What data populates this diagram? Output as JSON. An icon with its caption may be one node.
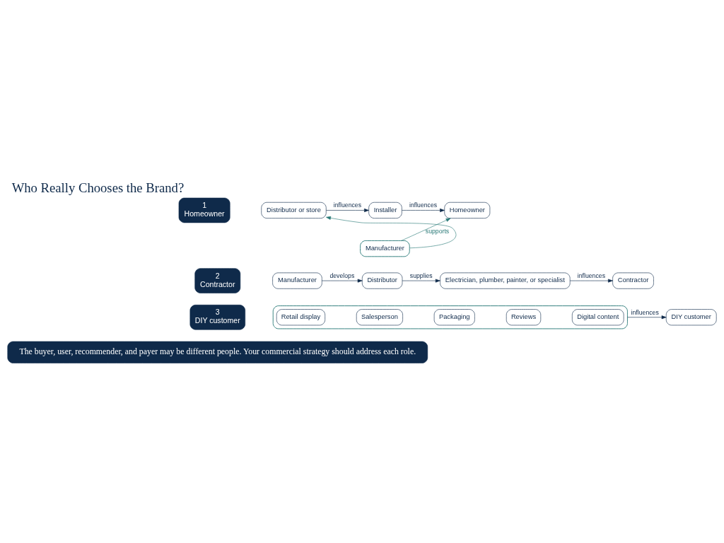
{
  "diagram": {
    "title": "Who Really Chooses the Brand?",
    "nodes": [
      {
        "text": [
          "1",
          "Homeowner"
        ]
      },
      {
        "text": [
          "Distributor or store"
        ]
      },
      {
        "text": [
          "Installer"
        ]
      },
      {
        "text": [
          "Homeowner"
        ]
      },
      {
        "text": [
          "Manufacturer"
        ]
      },
      {
        "text": [
          "2",
          "Contractor"
        ]
      },
      {
        "text": [
          "Manufacturer"
        ]
      },
      {
        "text": [
          "Distributor"
        ]
      },
      {
        "text": [
          "Electrician, plumber, painter, or specialist"
        ]
      },
      {
        "text": [
          "Contractor"
        ]
      },
      {
        "text": [
          "3",
          "DIY customer"
        ]
      },
      {
        "text": [],
        "shape": "box"
      },
      {
        "text": [
          "Retail display"
        ],
        "in": 11
      },
      {
        "text": [
          "Salesperson"
        ],
        "in": 11
      },
      {
        "text": [
          "Packaging"
        ],
        "in": 11
      },
      {
        "text": [
          "Reviews"
        ],
        "in": 11
      },
      {
        "text": [
          "Digital content"
        ],
        "in": 11
      },
      {
        "text": [
          "DIY customer"
        ]
      },
      {
        "text": [
          "The buyer, user, recommender, and payer may be different people. Your commercial strategy should address each role."
        ]
      }
    ],
    "edges": [
      {
        "from": 1,
        "to": 2,
        "arrow": "to",
        "label": "influences"
      },
      {
        "from": 2,
        "to": 3,
        "arrow": "to",
        "label": "influences"
      },
      {
        "from": 4,
        "to": 1,
        "arrow": "to",
        "color": "#2a7a78"
      },
      {
        "from": 4,
        "to": 3,
        "arrow": "to",
        "label": "supports",
        "color": "#2a7a78"
      },
      {
        "from": 6,
        "to": 7,
        "arrow": "to",
        "label": "develops"
      },
      {
        "from": 7,
        "to": 8,
        "arrow": "to",
        "label": "supplies"
      },
      {
        "from": 8,
        "to": 9,
        "arrow": "to",
        "label": "influences"
      },
      {
        "from": 11,
        "to": 17,
        "arrow": "to",
        "label": "influences"
      }
    ]
  }
}
